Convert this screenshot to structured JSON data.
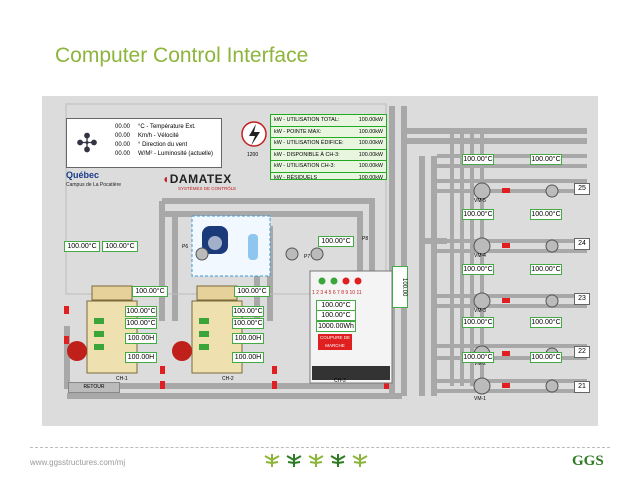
{
  "title": "Computer Control Interface",
  "footer": {
    "url": "www.ggsstructures.com/mj",
    "logo": "GGS"
  },
  "weather": {
    "rows": [
      {
        "value": "00.00",
        "label": "°C - Température Ext."
      },
      {
        "value": "00.00",
        "label": "Km/h - Vélocité"
      },
      {
        "value": "00.00",
        "label": "° Direction du vent"
      },
      {
        "value": "00.00",
        "label": "W/M² - Luminosité (actuelle)"
      }
    ]
  },
  "hydro": {
    "code": "1200"
  },
  "institution": {
    "name": "Québec",
    "campus": "Campus de La Pocatière"
  },
  "brand": {
    "name": "DAMATEX",
    "subtitle": "SYSTÈMES DE CONTRÔLE"
  },
  "energy": {
    "rows": [
      {
        "label": "kW - UTILISATION TOTAL:",
        "value": "100.00kW"
      },
      {
        "label": "kW - POINTE MAX:",
        "value": "100.00kW"
      },
      {
        "label": "kW - UTILISATION ÉDIFICE:",
        "value": "100.00kW"
      },
      {
        "label": "kW - DISPONIBLE À CH-3:",
        "value": "100.00kW"
      },
      {
        "label": "kW - UTILISATION CH-3:",
        "value": "100.00kW"
      },
      {
        "label": "kW - RÉSIDUELS",
        "value": "100.00kW"
      }
    ]
  },
  "temps": {
    "left1": "100.00°C",
    "left2": "100.00°C",
    "ch1_top": "100.00°C",
    "ch2_top": "100.00°C",
    "p7": "100.00°C",
    "ch1_a": "100.00°C",
    "ch1_b": "100.00°C",
    "ch1_c": "100.00H",
    "ch1_d": "100.00H",
    "ch2_a": "100.00°C",
    "ch2_b": "100.00°C",
    "ch2_c": "100.00H",
    "ch2_d": "100.00H"
  },
  "ch3": {
    "v1": "100.00°C",
    "v2": "100.00°C",
    "v3": "1000.00Wh",
    "stop": "COUPURE DE MARCHE",
    "numbers": "1 2 3 4 5 6 7 8 9 10 11",
    "vertical": "100.00"
  },
  "zones": [
    {
      "id": "25",
      "temp1": "100.00°C",
      "temp2": "100.00°C",
      "valve": "VM-5"
    },
    {
      "id": "24",
      "temp1": "100.00°C",
      "temp2": "100.00°C",
      "valve": "VM-4"
    },
    {
      "id": "23",
      "temp1": "100.00°C",
      "temp2": "100.00°C",
      "valve": "VM-3"
    },
    {
      "id": "22",
      "temp1": "100.00°C",
      "temp2": "100.00°C",
      "valve": "VM-2"
    },
    {
      "id": "21",
      "temp1": "100.00°C",
      "temp2": "100.00°C",
      "valve": "VM-1"
    }
  ],
  "labels": {
    "ch1": "CH-1",
    "ch2": "CH-2",
    "ch3": "CH-3",
    "retour": "RETOUR",
    "p6": "P6",
    "p7": "P7",
    "p8": "P8"
  },
  "colors": {
    "title": "#8db53c",
    "pipe": "#a9a9a9",
    "accent_green": "#3aa63a",
    "alarm_red": "#e02020",
    "logo": "#2f7a24"
  }
}
